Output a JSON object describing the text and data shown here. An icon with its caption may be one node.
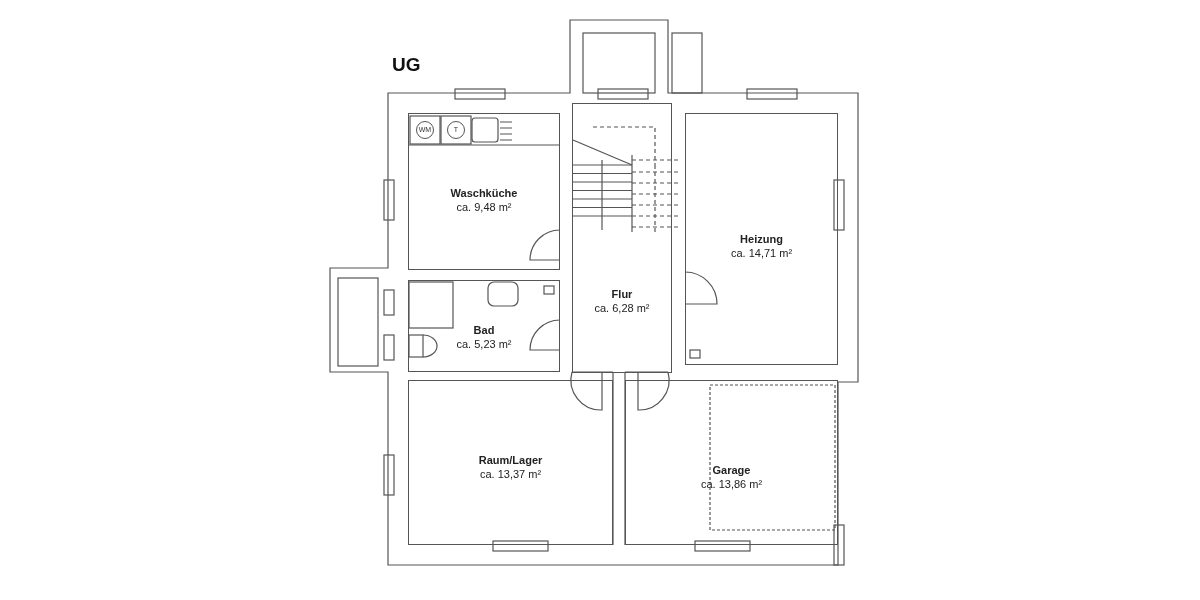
{
  "diagram": {
    "title": "UG",
    "nodes": [
      {
        "text": [
          "Waschküche",
          "ca. 9,48 m²"
        ]
      },
      {
        "text": [
          "Heizung",
          "ca. 14,71 m²"
        ]
      },
      {
        "text": [
          "Flur",
          "ca. 6,28 m²"
        ]
      },
      {
        "text": [
          "Bad",
          "ca. 5,23 m²"
        ]
      },
      {
        "text": [
          "Raum/Lager",
          "ca. 13,37 m²"
        ]
      },
      {
        "text": [
          "Garage",
          "ca. 13,86 m²"
        ]
      }
    ],
    "edges": [],
    "labels": [
      "WM",
      "T"
    ]
  }
}
